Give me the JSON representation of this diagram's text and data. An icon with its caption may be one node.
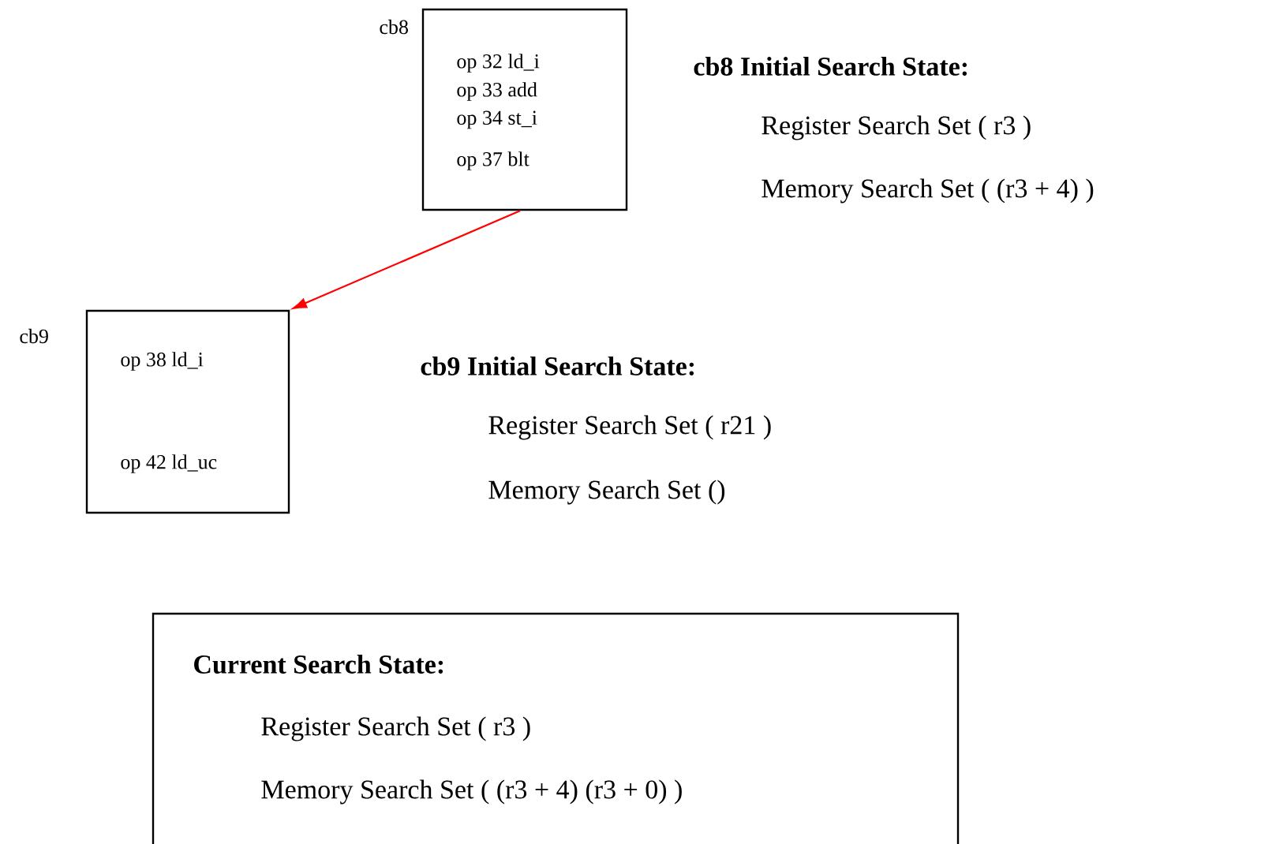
{
  "diagram": {
    "nodes": [
      {
        "text": [
          "op 32 ld_i",
          "op 33 add",
          "op 34 st_i",
          "op 37 blt"
        ],
        "beside": [
          "cb8"
        ]
      },
      {
        "text": [
          "op 38 ld_i",
          "op 42 ld_uc"
        ],
        "beside": [
          "cb9"
        ]
      },
      {
        "text": [
          "Current Search State:",
          "Register Search Set ( r3 )",
          "Memory Search Set ( (r3 + 4) (r3 + 0) )"
        ]
      }
    ],
    "edges": [
      {
        "from": 0,
        "to": 1,
        "arrow": "to",
        "color": "#ff0000"
      }
    ],
    "labels": [
      "cb8 Initial Search State:",
      "Register Search Set ( r3 )",
      "Memory Search Set ( (r3 + 4) )",
      "cb9 Initial Search State:",
      "Register Search Set ( r21 )",
      "Memory Search Set ()"
    ]
  }
}
